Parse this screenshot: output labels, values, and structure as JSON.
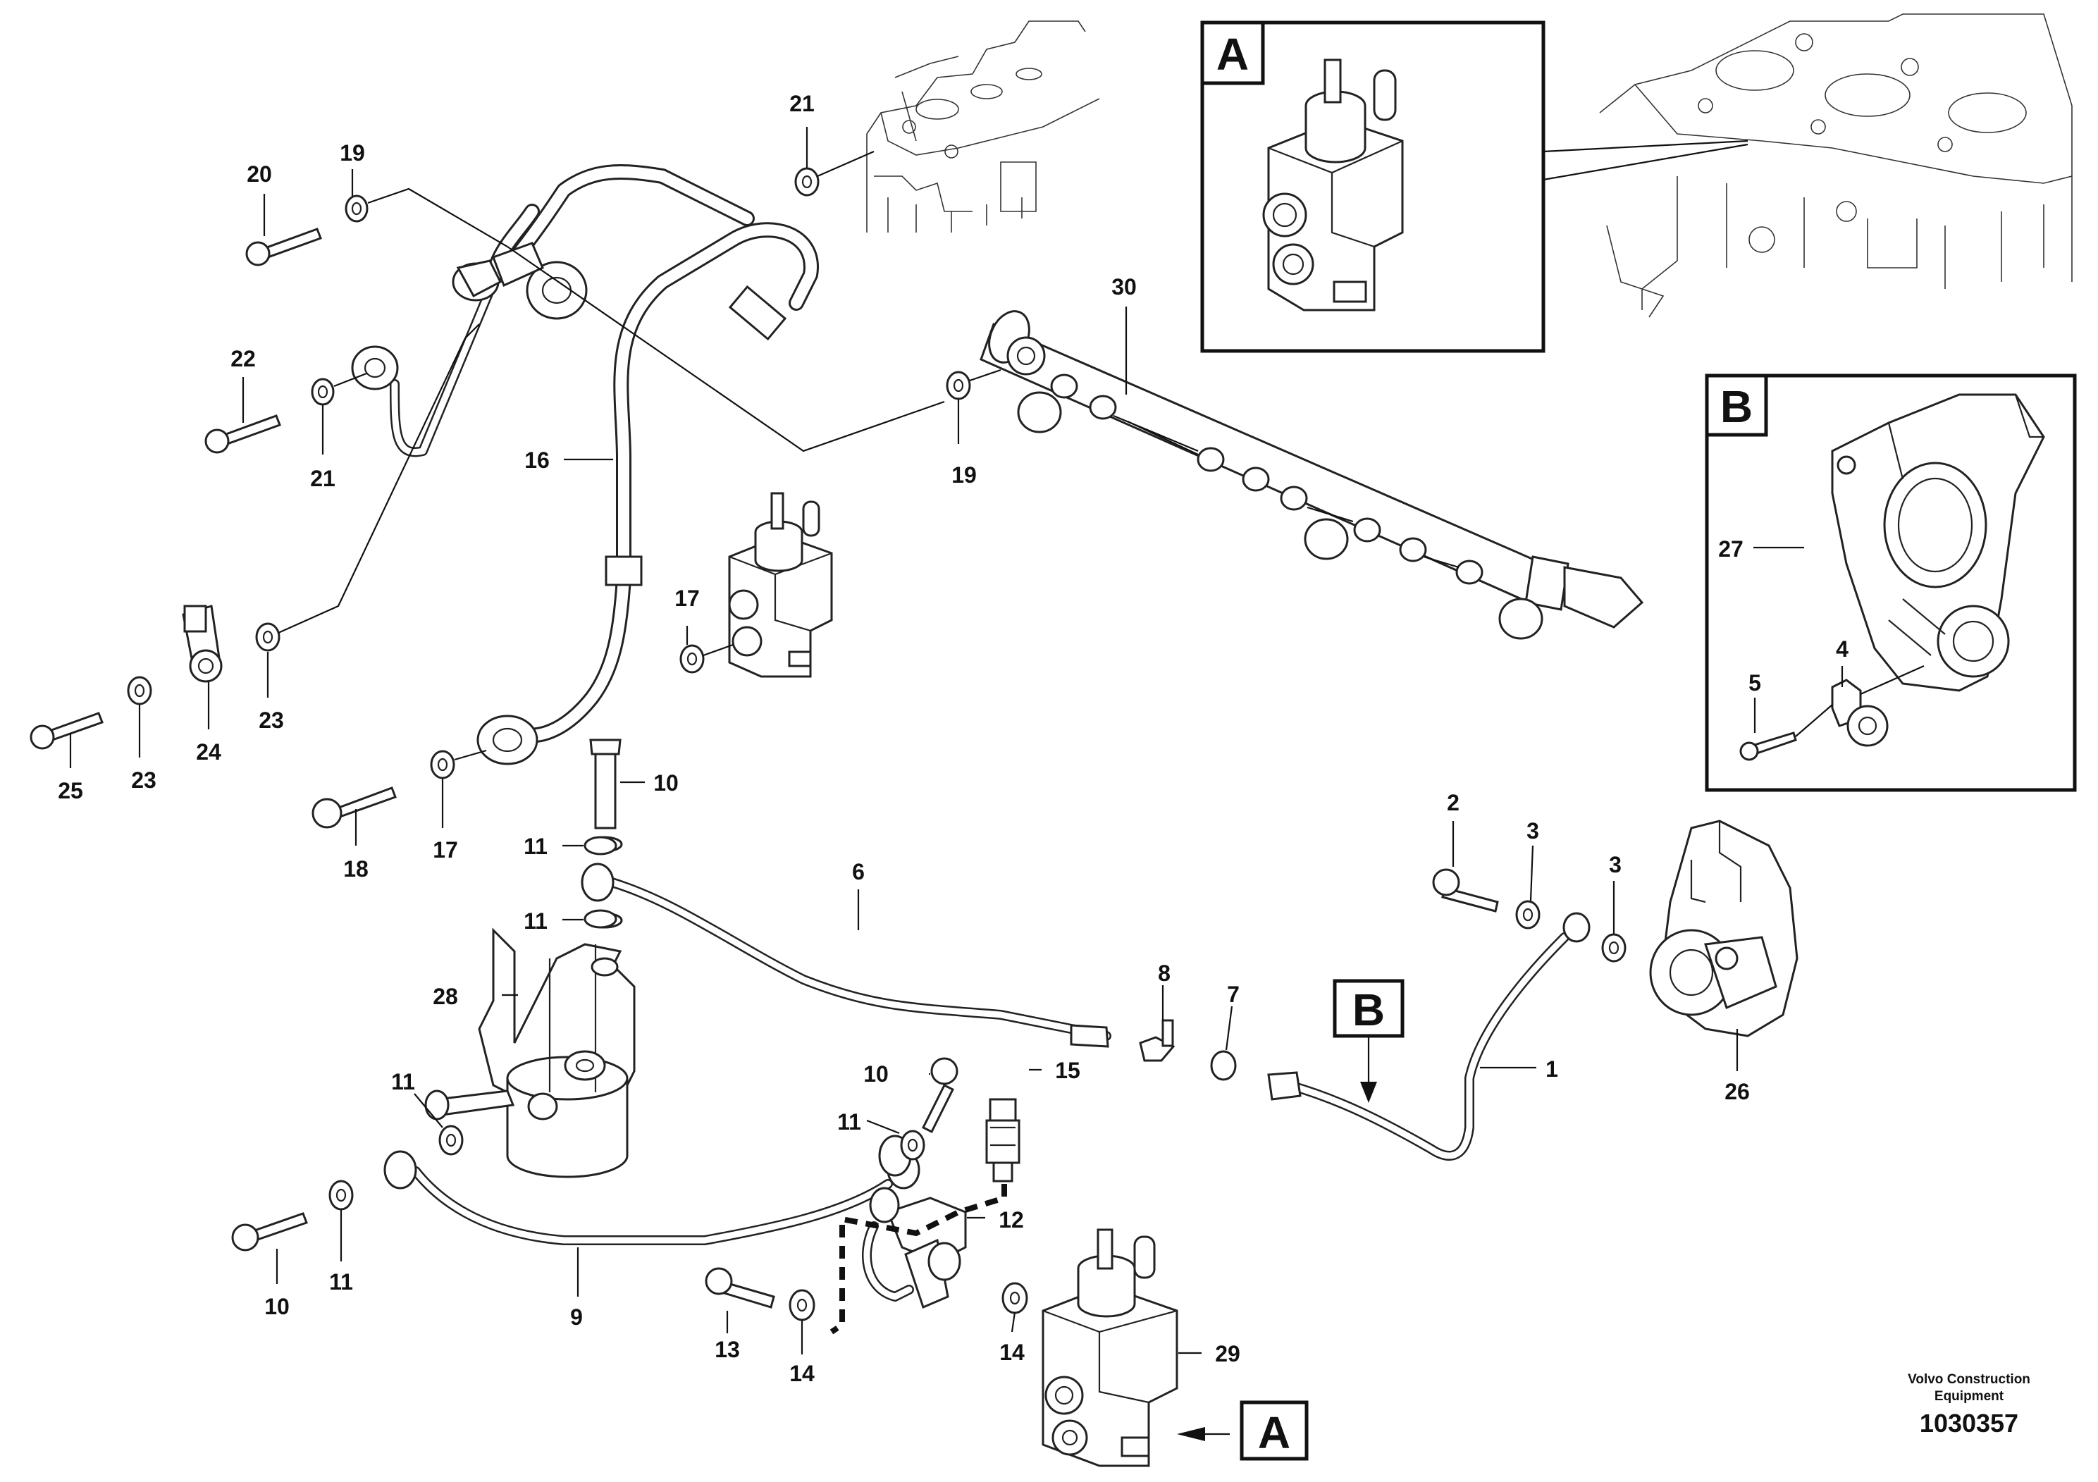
{
  "callouts": {
    "c1": "1",
    "c2": "2",
    "c3a": "3",
    "c3b": "3",
    "c4": "4",
    "c5": "5",
    "c6": "6",
    "c7": "7",
    "c8": "8",
    "c9": "9",
    "c10a": "10",
    "c10b": "10",
    "c10c": "10",
    "c11a": "11",
    "c11b": "11",
    "c11c": "11",
    "c11d": "11",
    "c11e": "11",
    "c12": "12",
    "c13": "13",
    "c14a": "14",
    "c14b": "14",
    "c15": "15",
    "c16": "16",
    "c17a": "17",
    "c17b": "17",
    "c18": "18",
    "c19a": "19",
    "c19b": "19",
    "c20": "20",
    "c21a": "21",
    "c21b": "21",
    "c22": "22",
    "c23a": "23",
    "c23b": "23",
    "c24": "24",
    "c25": "25",
    "c26": "26",
    "c27": "27",
    "c28": "28",
    "c29": "29",
    "c30": "30"
  },
  "detail_boxes": {
    "detail_a": "A",
    "detail_b": "B",
    "marker_a": "A",
    "marker_b": "B"
  },
  "footer": {
    "company_line1": "Volvo Construction",
    "company_line2": "Equipment",
    "drawing_number": "1030357"
  }
}
